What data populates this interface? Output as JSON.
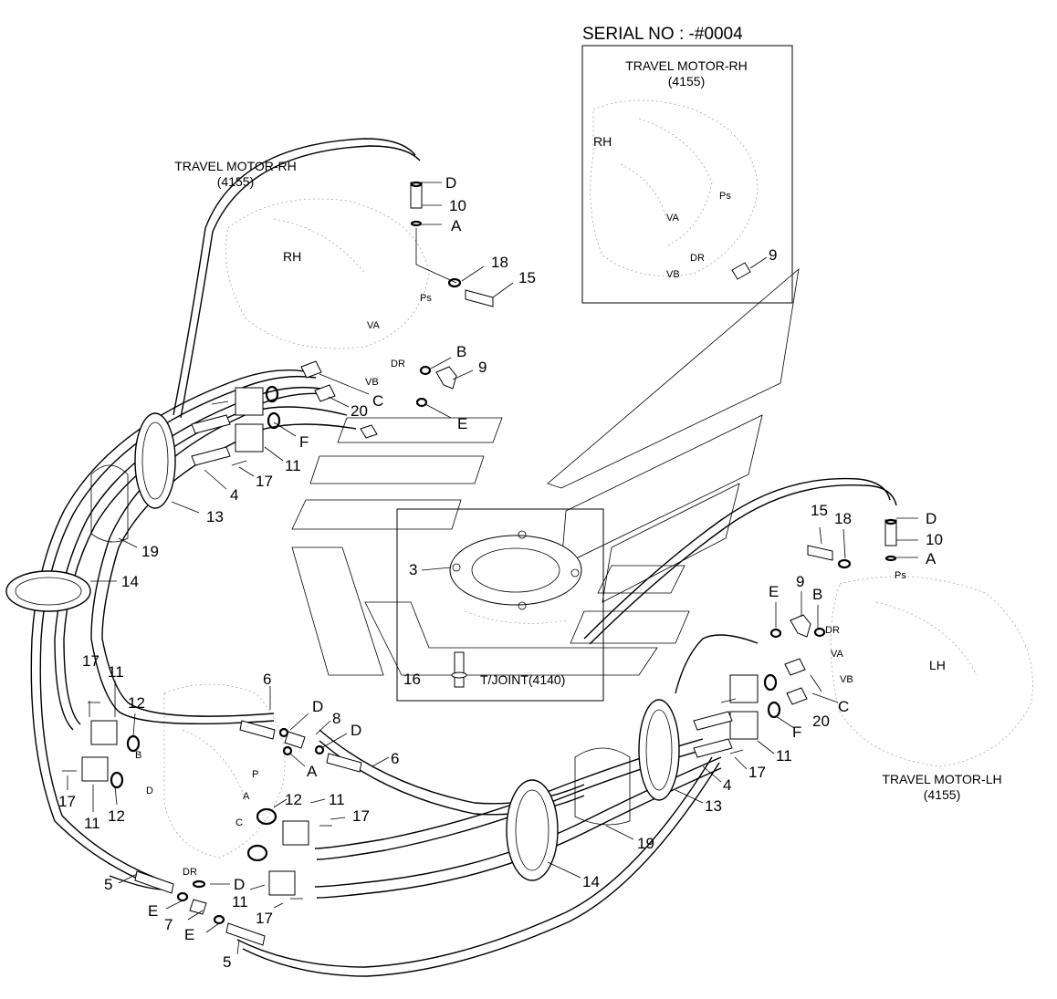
{
  "serial": "SERIAL NO : -#0004",
  "inset": {
    "title": "TRAVEL MOTOR-RH",
    "code": "(4155)",
    "rh": "RH",
    "ps": "Ps",
    "va": "VA",
    "dr": "DR",
    "vb": "VB",
    "part9": "9"
  },
  "motor_rh": {
    "title": "TRAVEL MOTOR-RH",
    "code": "(4155)",
    "rh": "RH"
  },
  "motor_lh": {
    "title": "TRAVEL MOTOR-LH",
    "code": "(4155)",
    "lh": "LH"
  },
  "tjoint": {
    "label": "T/JOINT(4140)",
    "p3": "3",
    "p16": "16"
  },
  "ports": {
    "ps": "Ps",
    "va": "VA",
    "vb": "VB",
    "dr": "DR",
    "p": "P",
    "a": "A",
    "b": "B",
    "c": "C",
    "d": "D"
  },
  "callouts": {
    "rh_D": "D",
    "rh_10": "10",
    "rh_A": "A",
    "rh_18": "18",
    "rh_15": "15",
    "rh_B": "B",
    "rh_9": "9",
    "rh_20": "20",
    "rh_C": "C",
    "rh_E": "E",
    "rh_F": "F",
    "rh_11": "11",
    "rh_17": "17",
    "rh_4": "4",
    "rh_13": "13",
    "rh_19": "19",
    "rh_14": "14",
    "lh_D": "D",
    "lh_10": "10",
    "lh_A": "A",
    "lh_15": "15",
    "lh_18": "18",
    "lh_E": "E",
    "lh_9": "9",
    "lh_B": "B",
    "lh_20": "20",
    "lh_C": "C",
    "lh_F": "F",
    "lh_11": "11",
    "lh_17": "17",
    "lh_4": "4",
    "lh_13": "13",
    "lh_19": "19",
    "lh_14": "14",
    "c6a": "6",
    "c6b": "6",
    "cD1": "D",
    "c8": "8",
    "cD2": "D",
    "cA": "A",
    "c17a": "17",
    "c11a": "11",
    "c12a": "12",
    "c17b": "17",
    "c11b": "11",
    "c12b": "12",
    "c12c": "12",
    "c11c": "11",
    "c17c": "17",
    "c11d": "11",
    "c17d": "17",
    "c5a": "5",
    "cEa": "E",
    "c7": "7",
    "cEb": "E",
    "cD3": "D",
    "c5b": "5"
  }
}
